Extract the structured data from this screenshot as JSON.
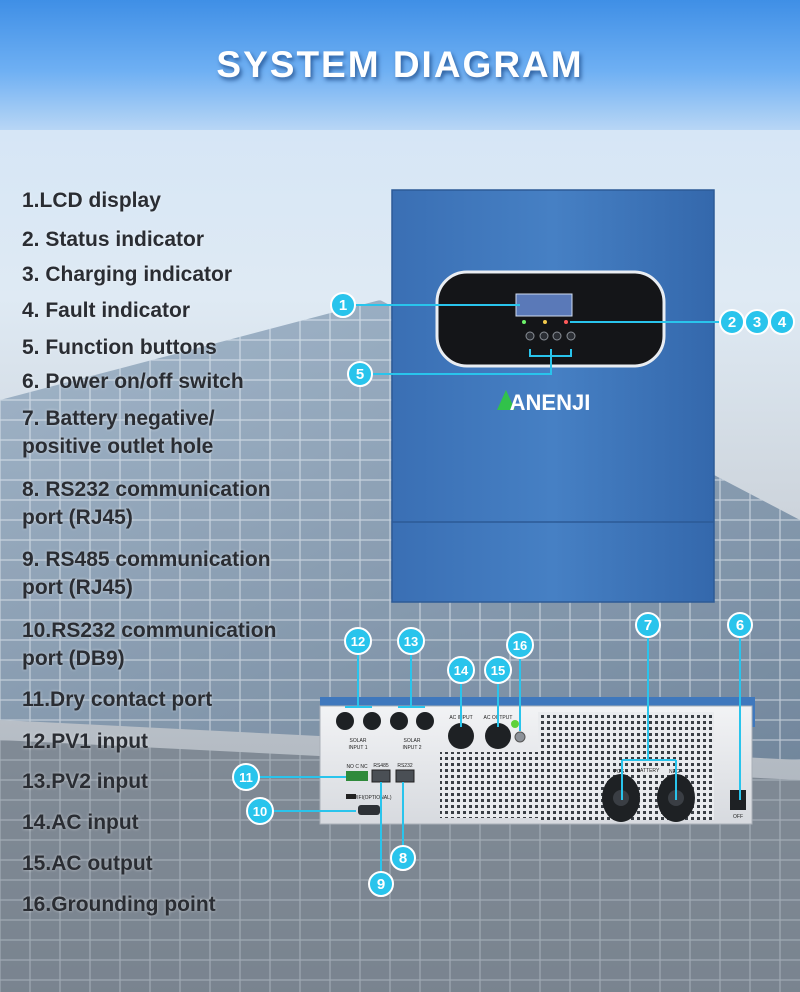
{
  "header": {
    "title": "SYSTEM DIAGRAM"
  },
  "brand": {
    "logo_text": "ANENJI",
    "color": "#3c6fb6"
  },
  "legend": [
    {
      "lines": [
        "1.LCD display"
      ]
    },
    {
      "lines": [
        "2. Status indicator"
      ]
    },
    {
      "lines": [
        "3. Charging indicator"
      ]
    },
    {
      "lines": [
        "4. Fault indicator"
      ]
    },
    {
      "lines": [
        "5. Function buttons"
      ]
    },
    {
      "lines": [
        "6. Power on/off switch"
      ]
    },
    {
      "lines": [
        "7. Battery negative/",
        "positive outlet hole"
      ]
    },
    {
      "lines": [
        "8. RS232 communication",
        "port (RJ45)"
      ]
    },
    {
      "lines": [
        "9. RS485 communication",
        "port (RJ45)"
      ]
    },
    {
      "lines": [
        "10.RS232 communication",
        "port (DB9)"
      ]
    },
    {
      "lines": [
        "11.Dry contact port"
      ]
    },
    {
      "lines": [
        "12.PV1 input"
      ]
    },
    {
      "lines": [
        "13.PV2 input"
      ]
    },
    {
      "lines": [
        "14.AC input"
      ]
    },
    {
      "lines": [
        "15.AC output"
      ]
    },
    {
      "lines": [
        "16.Grounding point"
      ]
    }
  ],
  "callouts": {
    "c1": "1",
    "c2": "2",
    "c3": "3",
    "c4": "4",
    "c5": "5",
    "c6": "6",
    "c7": "7",
    "c8": "8",
    "c9": "9",
    "c10": "10",
    "c11": "11",
    "c12": "12",
    "c13": "13",
    "c14": "14",
    "c15": "15",
    "c16": "16"
  },
  "panel_labels": {
    "solar1": "SOLAR",
    "input1": "INPUT 1",
    "solar2": "SOLAR",
    "input2": "INPUT 2",
    "ac_input": "AC INPUT",
    "ac_output": "AC OUTPUT",
    "dry": "NO C NC",
    "rs485": "RS485",
    "rs232": "RS232",
    "wifi": "WIFI(OPTIONAL)",
    "pos": "POS +",
    "battery": "BATTERY",
    "neg": "NEG -",
    "off": "OFF"
  },
  "colors": {
    "callout": "#29c4ec",
    "inverter": "#3a74b8",
    "banner": "#4a95e8"
  }
}
